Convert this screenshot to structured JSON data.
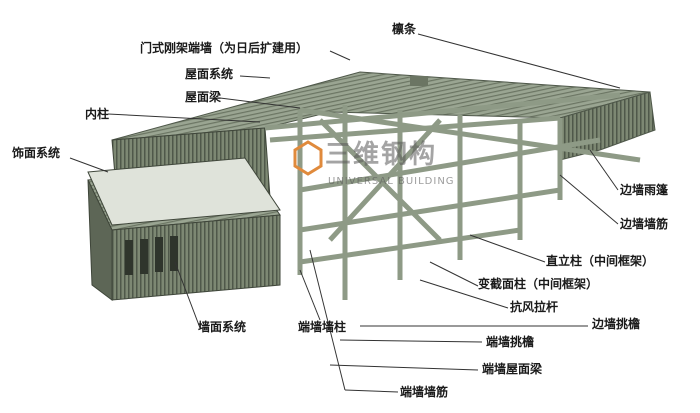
{
  "labels": {
    "purlin": "檩条",
    "portal_endwall": "门式刚架端墙（为日后扩建用）",
    "roof_system": "屋面系统",
    "roof_beam": "屋面梁",
    "interior_column": "内柱",
    "facade_system": "饰面系统",
    "sidewall_canopy": "边墙雨篷",
    "sidewall_girt": "边墙墙筋",
    "straight_column": "直立柱（中间框架）",
    "tapered_column": "变截面柱（中间框架）",
    "wind_brace": "抗风拉杆",
    "sidewall_overhang": "边墙挑檐",
    "endwall_overhang": "端墙挑檐",
    "endwall_roof_beam": "端墙屋面梁",
    "endwall_girt": "端墙墙筋",
    "wall_system": "墙面系统",
    "endwall_column": "端墙墙柱"
  },
  "watermark": {
    "cn": "三维钢构",
    "en": "UNIVERSAL BUILDING"
  },
  "colors": {
    "steel": "#8e9a86",
    "panel": "#6f7a66",
    "logo": "#e08a3c"
  }
}
